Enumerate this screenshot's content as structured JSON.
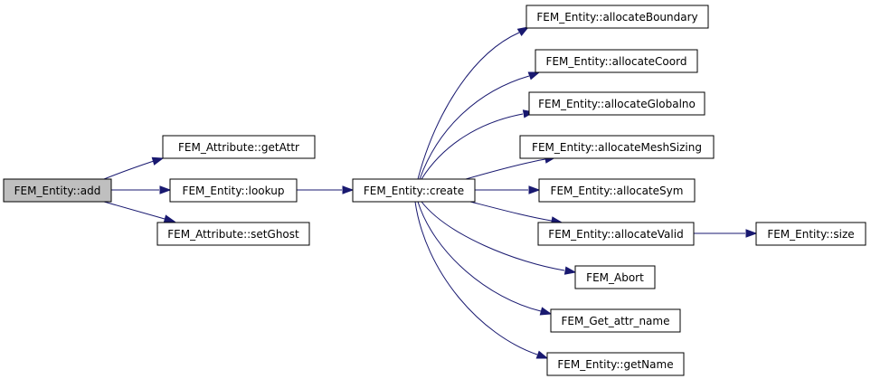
{
  "graph": {
    "colors": {
      "edge": "#191970",
      "root_fill": "#bfbfbf",
      "node_fill": "#ffffff",
      "node_border": "#000000"
    },
    "nodes": {
      "root": "FEM_Entity::add",
      "get_attr": "FEM_Attribute::getAttr",
      "lookup": "FEM_Entity::lookup",
      "set_ghost": "FEM_Attribute::setGhost",
      "create": "FEM_Entity::create",
      "allocate_boundary": "FEM_Entity::allocateBoundary",
      "allocate_coord": "FEM_Entity::allocateCoord",
      "allocate_globalno": "FEM_Entity::allocateGlobalno",
      "allocate_mesh_sizing": "FEM_Entity::allocateMeshSizing",
      "allocate_sym": "FEM_Entity::allocateSym",
      "allocate_valid": "FEM_Entity::allocateValid",
      "size": "FEM_Entity::size",
      "fem_abort": "FEM_Abort",
      "get_attr_name": "FEM_Get_attr_name",
      "get_name": "FEM_Entity::getName"
    },
    "edges": [
      [
        "root",
        "get_attr"
      ],
      [
        "root",
        "lookup"
      ],
      [
        "root",
        "set_ghost"
      ],
      [
        "lookup",
        "create"
      ],
      [
        "create",
        "allocate_boundary"
      ],
      [
        "create",
        "allocate_coord"
      ],
      [
        "create",
        "allocate_globalno"
      ],
      [
        "create",
        "allocate_mesh_sizing"
      ],
      [
        "create",
        "allocate_sym"
      ],
      [
        "create",
        "allocate_valid"
      ],
      [
        "create",
        "fem_abort"
      ],
      [
        "create",
        "get_attr_name"
      ],
      [
        "create",
        "get_name"
      ],
      [
        "allocate_valid",
        "size"
      ]
    ]
  }
}
